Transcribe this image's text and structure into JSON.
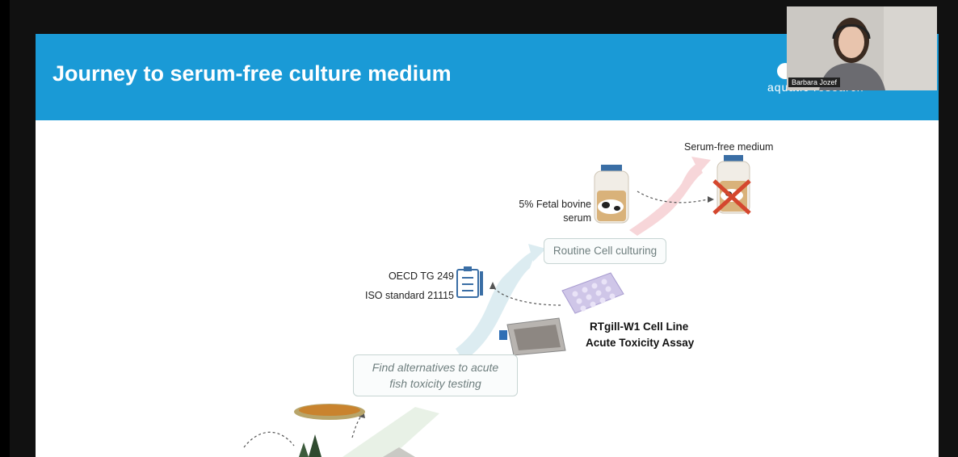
{
  "slide": {
    "title": "Journey to serum-free culture medium",
    "logo_text": "aquatic research"
  },
  "labels": {
    "serum_free": "Serum-free medium",
    "fbs_line1": "5%  Fetal bovine",
    "fbs_line2": "serum",
    "routine": "Routine Cell culturing",
    "oecd": "OECD TG  249",
    "iso": "ISO standard 21115",
    "rtgill_line1": "RTgill-W1 Cell Line",
    "rtgill_line2": "Acute Toxicity Assay",
    "find_line1": "Find alternatives to acute",
    "find_line2": "fish toxicity testing"
  },
  "video": {
    "participant_name": "Barbara Jozef"
  },
  "colors": {
    "banner": "#1a9ad6",
    "arrow": "#cfe3ea",
    "cross": "#d4472e"
  }
}
